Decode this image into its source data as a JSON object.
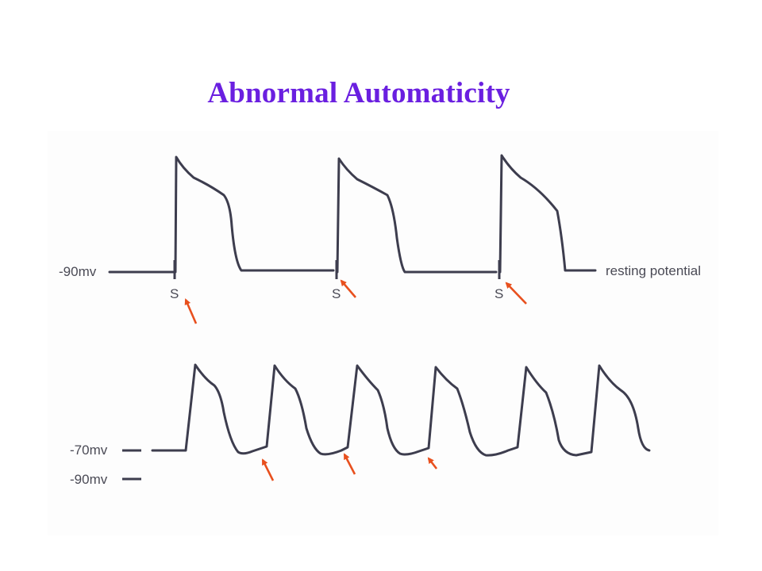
{
  "title": "Abnormal Automaticity",
  "colors": {
    "title": "#6a1fe0",
    "trace": "#3d3d4e",
    "arrow": "#e8501e",
    "label": "#4a4a55"
  },
  "top_trace": {
    "voltage_label": "-90mv",
    "resting_label": "resting potential",
    "stimulus_label": "S"
  },
  "bottom_trace": {
    "voltage_label_upper": "-70mv",
    "voltage_label_lower": "-90mv"
  }
}
